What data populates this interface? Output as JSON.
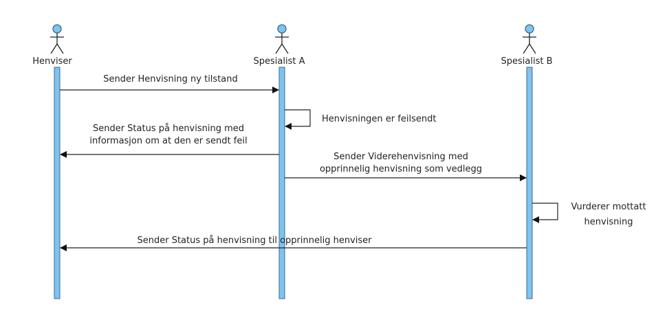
{
  "colors": {
    "lifeline_fill": "#7fc3ef",
    "lifeline_stroke": "#3a6a8c",
    "actor_fill": "#7fc3ef",
    "line": "#222222"
  },
  "actors": [
    {
      "name": "Henviser"
    },
    {
      "name": "Spesialist A"
    },
    {
      "name": "Spesialist B"
    }
  ],
  "messages": [
    {
      "lines": [
        "Sender Henvisning ny tilstand"
      ]
    },
    {
      "lines": [
        "Henvisningen er feilsendt"
      ]
    },
    {
      "lines": [
        "Sender Status på henvisning med",
        "informasjon om at den er sendt feil"
      ]
    },
    {
      "lines": [
        "Sender Viderehenvisning med",
        "opprinnelig henvisning som vedlegg"
      ]
    },
    {
      "lines": [
        "Vurderer mottatt",
        "henvisning"
      ]
    },
    {
      "lines": [
        "Sender Status på henvisning til opprinnelig henviser"
      ]
    }
  ]
}
